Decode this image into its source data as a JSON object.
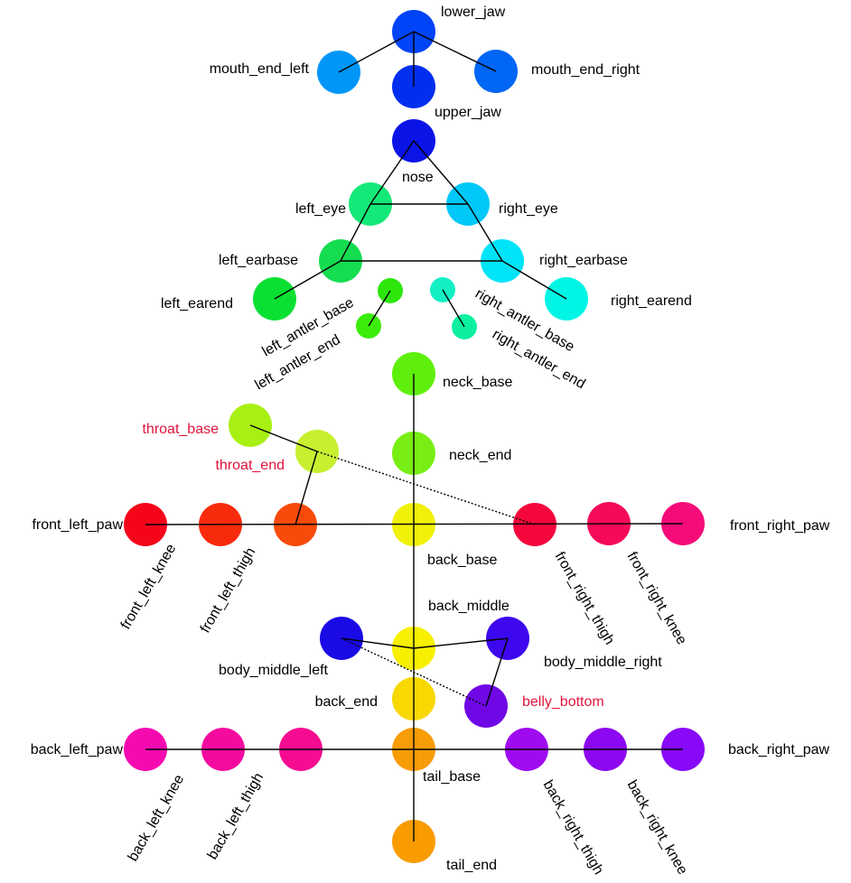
{
  "diagram": {
    "edge_color": "#000000",
    "label_color": "#000000",
    "highlight_label_color": "#e0143c",
    "keypoints": [
      {
        "id": "lower_jaw",
        "label": "lower_jaw",
        "color": "#0044f8"
      },
      {
        "id": "mouth_end_left",
        "label": "mouth_end_left",
        "color": "#0096f8"
      },
      {
        "id": "mouth_end_right",
        "label": "mouth_end_right",
        "color": "#0066f5"
      },
      {
        "id": "upper_jaw",
        "label": "upper_jaw",
        "color": "#002ff0"
      },
      {
        "id": "nose",
        "label": "nose",
        "color": "#0a14e6"
      },
      {
        "id": "left_eye",
        "label": "left_eye",
        "color": "#14e878"
      },
      {
        "id": "right_eye",
        "label": "right_eye",
        "color": "#00c8f8"
      },
      {
        "id": "left_earbase",
        "label": "left_earbase",
        "color": "#14dd50"
      },
      {
        "id": "right_earbase",
        "label": "right_earbase",
        "color": "#00e4f8"
      },
      {
        "id": "left_earend",
        "label": "left_earend",
        "color": "#0ae032"
      },
      {
        "id": "right_earend",
        "label": "right_earend",
        "color": "#00f5e4"
      },
      {
        "id": "left_antler_base",
        "label": "left_antler_base",
        "color": "#2ce60c"
      },
      {
        "id": "left_antler_end",
        "label": "left_antler_end",
        "color": "#3cec0a"
      },
      {
        "id": "right_antler_base",
        "label": "right_antler_base",
        "color": "#12f0c4"
      },
      {
        "id": "right_antler_end",
        "label": "right_antler_end",
        "color": "#0cf0a0"
      },
      {
        "id": "neck_base",
        "label": "neck_base",
        "color": "#5ef00c"
      },
      {
        "id": "neck_end",
        "label": "neck_end",
        "color": "#78ee14"
      },
      {
        "id": "throat_base",
        "label": "throat_base",
        "color": "#a8f014",
        "highlight": true
      },
      {
        "id": "throat_end",
        "label": "throat_end",
        "color": "#c8f030",
        "highlight": true
      },
      {
        "id": "front_left_paw",
        "label": "front_left_paw",
        "color": "#f5051a"
      },
      {
        "id": "front_left_knee",
        "label": "front_left_knee",
        "color": "#f82a0c"
      },
      {
        "id": "front_left_thigh",
        "label": "front_left_thigh",
        "color": "#f84a0a"
      },
      {
        "id": "back_base",
        "label": "back_base",
        "color": "#f0f008"
      },
      {
        "id": "front_right_thigh",
        "label": "front_right_thigh",
        "color": "#f5063c"
      },
      {
        "id": "front_right_knee",
        "label": "front_right_knee",
        "color": "#f50a5a"
      },
      {
        "id": "front_right_paw",
        "label": "front_right_paw",
        "color": "#f50c78"
      },
      {
        "id": "back_middle",
        "label": "back_middle",
        "color": "#f8f000"
      },
      {
        "id": "body_middle_left",
        "label": "body_middle_left",
        "color": "#1a0ae6"
      },
      {
        "id": "body_middle_right",
        "label": "body_middle_right",
        "color": "#3e08ee"
      },
      {
        "id": "back_end",
        "label": "back_end",
        "color": "#f8d800"
      },
      {
        "id": "belly_bottom",
        "label": "belly_bottom",
        "color": "#7008e6",
        "highlight": true
      },
      {
        "id": "back_left_paw",
        "label": "back_left_paw",
        "color": "#f50ab0"
      },
      {
        "id": "back_left_knee",
        "label": "back_left_knee",
        "color": "#f50aa0"
      },
      {
        "id": "back_left_thigh",
        "label": "back_left_thigh",
        "color": "#f50c90"
      },
      {
        "id": "tail_base",
        "label": "tail_base",
        "color": "#f89c08"
      },
      {
        "id": "back_right_thigh",
        "label": "back_right_thigh",
        "color": "#a00af0"
      },
      {
        "id": "back_right_knee",
        "label": "back_right_knee",
        "color": "#8c08f0"
      },
      {
        "id": "back_right_paw",
        "label": "back_right_paw",
        "color": "#8808f8"
      },
      {
        "id": "tail_end",
        "label": "tail_end",
        "color": "#f89c00"
      }
    ],
    "edges": [
      [
        "lower_jaw",
        "mouth_end_left"
      ],
      [
        "lower_jaw",
        "mouth_end_right"
      ],
      [
        "lower_jaw",
        "upper_jaw"
      ],
      [
        "nose",
        "left_eye"
      ],
      [
        "nose",
        "right_eye"
      ],
      [
        "left_eye",
        "right_eye"
      ],
      [
        "left_eye",
        "left_earbase"
      ],
      [
        "right_eye",
        "right_earbase"
      ],
      [
        "left_earbase",
        "right_earbase"
      ],
      [
        "left_earbase",
        "left_earend"
      ],
      [
        "right_earbase",
        "right_earend"
      ],
      [
        "left_antler_base",
        "left_antler_end"
      ],
      [
        "right_antler_base",
        "right_antler_end"
      ],
      [
        "neck_base",
        "tail_end"
      ],
      [
        "throat_base",
        "throat_end"
      ],
      [
        "throat_end",
        "front_left_thigh"
      ],
      [
        "front_left_paw",
        "front_right_paw"
      ],
      [
        "back_middle",
        "body_middle_left"
      ],
      [
        "back_middle",
        "body_middle_right"
      ],
      [
        "body_middle_right",
        "belly_bottom"
      ],
      [
        "back_left_paw",
        "back_right_paw"
      ]
    ],
    "dashed_edges": [
      [
        "throat_end",
        "front_right_thigh"
      ],
      [
        "body_middle_left",
        "belly_bottom"
      ]
    ]
  }
}
